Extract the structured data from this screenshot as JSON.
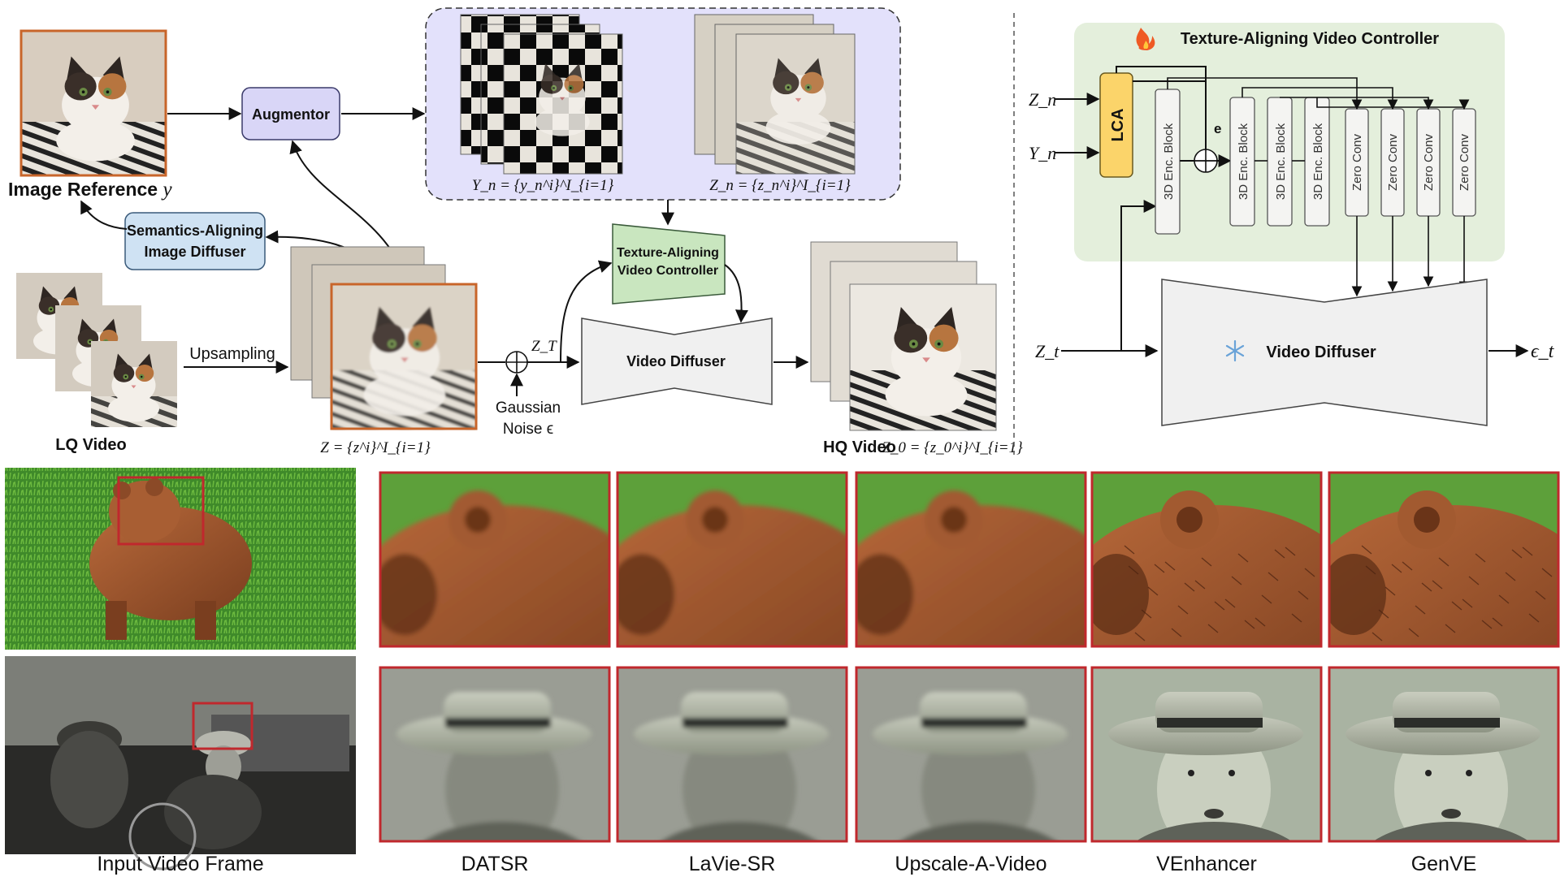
{
  "pipeline": {
    "image_reference_label": "Image Reference",
    "image_reference_symbol": "y",
    "augmentor_label": "Augmentor",
    "semantics_aligning_line1": "Semantics-Aligning",
    "semantics_aligning_line2": "Image Diffuser",
    "lq_video_label": "LQ Video",
    "upsampling_label": "Upsampling",
    "z_formula": "Z = {z^i}^I_{i=1}",
    "yn_formula": "Y_n = {y_n^i}^I_{i=1}",
    "zn_formula": "Z_n = {z_n^i}^I_{i=1}",
    "gaussian_line1": "Gaussian",
    "gaussian_line2": "Noise ϵ",
    "zt_symbol": "Z_T",
    "tavc_line1": "Texture-Aligning",
    "tavc_line2": "Video Controller",
    "video_diffuser_label": "Video Diffuser",
    "hq_video_label": "HQ Video",
    "z0_formula": "Z_0 = {z_0^i}^I_{i=1}"
  },
  "controller": {
    "title": "Texture-Aligning Video Controller",
    "fire_icon": "fire-icon",
    "snowflake_icon": "snowflake-icon",
    "lca_label": "LCA",
    "e_label": "e",
    "inputs": [
      "Z_n",
      "Y_n",
      "Z_t"
    ],
    "output": "ϵ_t",
    "enc_blocks": [
      "3D Enc. Block",
      "3D Enc. Block",
      "3D Enc. Block",
      "3D Enc. Block"
    ],
    "zero_convs": [
      "Zero Conv",
      "Zero Conv",
      "Zero Conv",
      "Zero Conv"
    ],
    "video_diffuser_label": "Video Diffuser"
  },
  "comparison": {
    "columns": [
      "Input Video Frame",
      "DATSR",
      "LaVie-SR",
      "Upscale-A-Video",
      "VEnhancer",
      "GenVE"
    ],
    "highlight_color": "#c0282d"
  }
}
